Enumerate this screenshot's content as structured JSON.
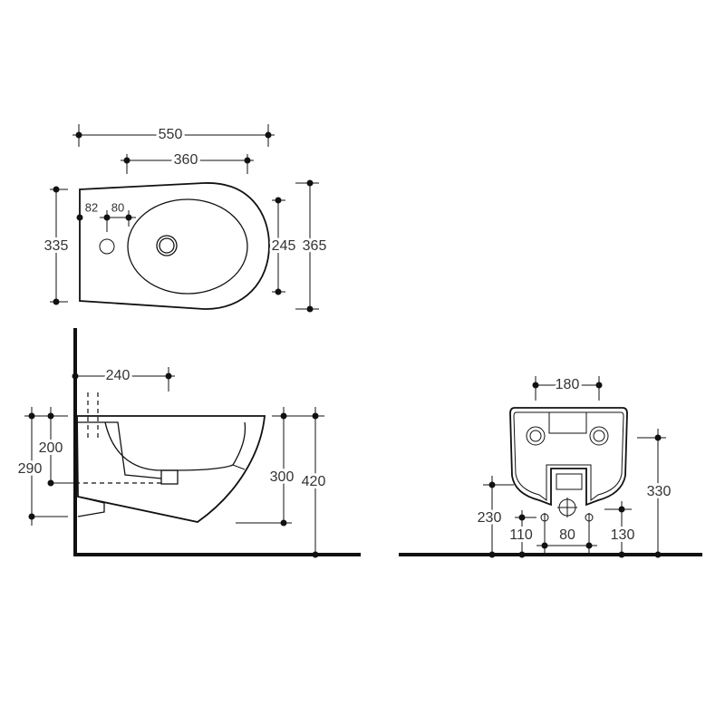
{
  "title": "Wall-hung bidet technical drawing",
  "top_view": {
    "dims": {
      "overall_length": "550",
      "bowl_length": "360",
      "overall_width": "335",
      "bowl_width": "245",
      "max_width": "365",
      "tap_hole_offset": "82",
      "tap_to_bowl": "80"
    }
  },
  "side_view": {
    "dims": {
      "projection_to_fixing": "240",
      "rim_to_waste": "200",
      "rim_to_bottom": "290",
      "rim_height_above_base": "300",
      "rim_height_from_floor": "420"
    }
  },
  "front_view": {
    "dims": {
      "fixing_spacing": "180",
      "waste_height": "230",
      "water_inlet_height": "110",
      "inlet_spacing": "80",
      "outlet_height": "130",
      "fixing_height": "330"
    }
  }
}
